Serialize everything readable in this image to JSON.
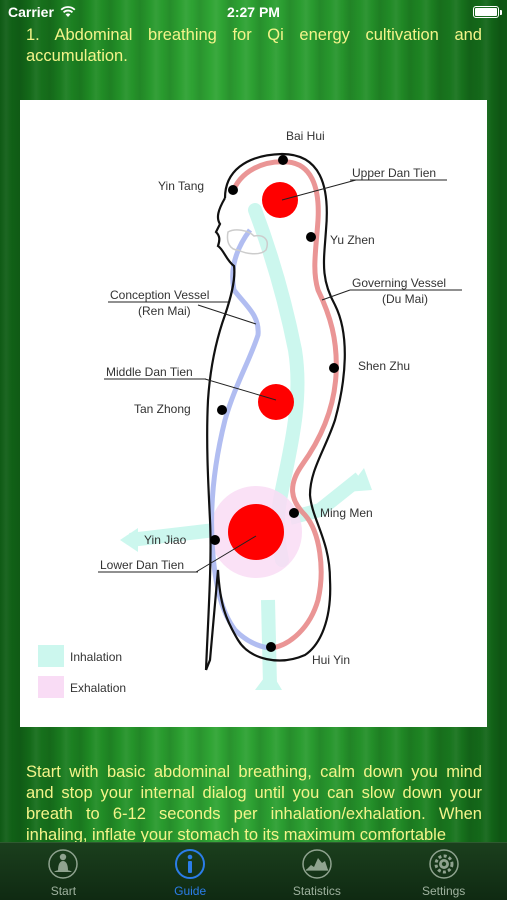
{
  "status_bar": {
    "carrier": "Carrier",
    "time": "2:27 PM"
  },
  "heading": "1. Abdominal breathing for Qi energy cultivation and accumulation.",
  "diagram": {
    "labels": {
      "bai_hui": "Bai Hui",
      "yin_tang": "Yin Tang",
      "upper_dan_tien": "Upper Dan Tien",
      "yu_zhen": "Yu Zhen",
      "conception_vessel": "Conception Vessel",
      "ren_mai": "(Ren Mai)",
      "governing_vessel": "Governing Vessel",
      "du_mai": "(Du Mai)",
      "shen_zhu": "Shen Zhu",
      "middle_dan_tien": "Middle Dan Tien",
      "tan_zhong": "Tan Zhong",
      "ming_men": "Ming Men",
      "yin_jiao": "Yin Jiao",
      "lower_dan_tien": "Lower Dan Tien",
      "hui_yin": "Hui Yin"
    },
    "legend": {
      "inhalation": "Inhalation",
      "exhalation": "Exhalation"
    },
    "colors": {
      "dan_tien": "#ff0000",
      "governing": "#e88a8a",
      "conception": "#a9b6f0",
      "inhalation": "#ccf7ee",
      "exhalation": "#f9dcf5"
    }
  },
  "body_text": "Start with basic abdominal breathing, calm down you mind and stop your internal dialog until you can slow down your breath to 6-12 seconds per inhalation/exhalation. When inhaling, inflate your stomach to its maximum comfortable",
  "tab_bar": {
    "tabs": [
      {
        "label": "Start",
        "icon": "meditation-icon",
        "active": false
      },
      {
        "label": "Guide",
        "icon": "info-icon",
        "active": true
      },
      {
        "label": "Statistics",
        "icon": "chart-icon",
        "active": false
      },
      {
        "label": "Settings",
        "icon": "gear-icon",
        "active": false
      }
    ]
  }
}
